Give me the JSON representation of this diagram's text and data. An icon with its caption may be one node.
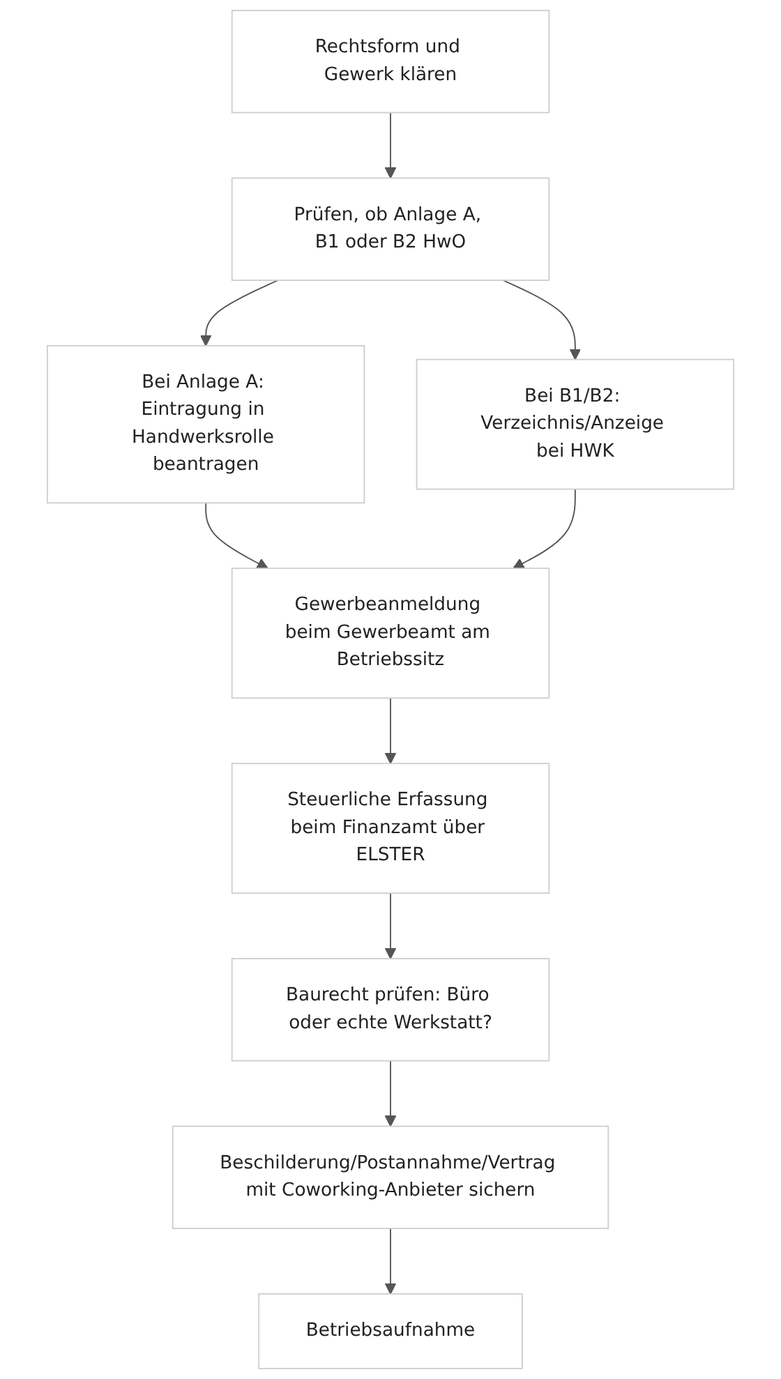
{
  "diagram": {
    "nodes": [
      {
        "text": [
          "Rechtsform und Gewerk klären"
        ]
      },
      {
        "text": [
          "Prüfen, ob Anlage A, B1 oder B2 HwO"
        ]
      },
      {
        "text": [
          "Bei Anlage A: Eintragung in Handwerksrolle beantragen"
        ]
      },
      {
        "text": [
          "Bei B1/B2: Verzeichnis/Anzeige bei HWK"
        ]
      },
      {
        "text": [
          "Gewerbeanmeldung beim Gewerbeamt am Betriebssitz"
        ]
      },
      {
        "text": [
          "Steuerliche Erfassung beim Finanzamt über ELSTER"
        ]
      },
      {
        "text": [
          "Baurecht prüfen: Büro oder echte Werkstatt?"
        ]
      },
      {
        "text": [
          "Beschilderung/Postannahme/Vertrag mit Coworking-Anbieter sichern"
        ]
      },
      {
        "text": [
          "Betriebsaufnahme"
        ]
      }
    ],
    "edges": [
      {
        "from": 0,
        "to": 1,
        "arrow": "to"
      },
      {
        "from": 1,
        "to": 2,
        "arrow": "to"
      },
      {
        "from": 1,
        "to": 3,
        "arrow": "to"
      },
      {
        "from": 2,
        "to": 4,
        "arrow": "to"
      },
      {
        "from": 3,
        "to": 4,
        "arrow": "to"
      },
      {
        "from": 4,
        "to": 5,
        "arrow": "to"
      },
      {
        "from": 5,
        "to": 6,
        "arrow": "to"
      },
      {
        "from": 6,
        "to": 7,
        "arrow": "to"
      },
      {
        "from": 7,
        "to": 8,
        "arrow": "to"
      }
    ]
  }
}
